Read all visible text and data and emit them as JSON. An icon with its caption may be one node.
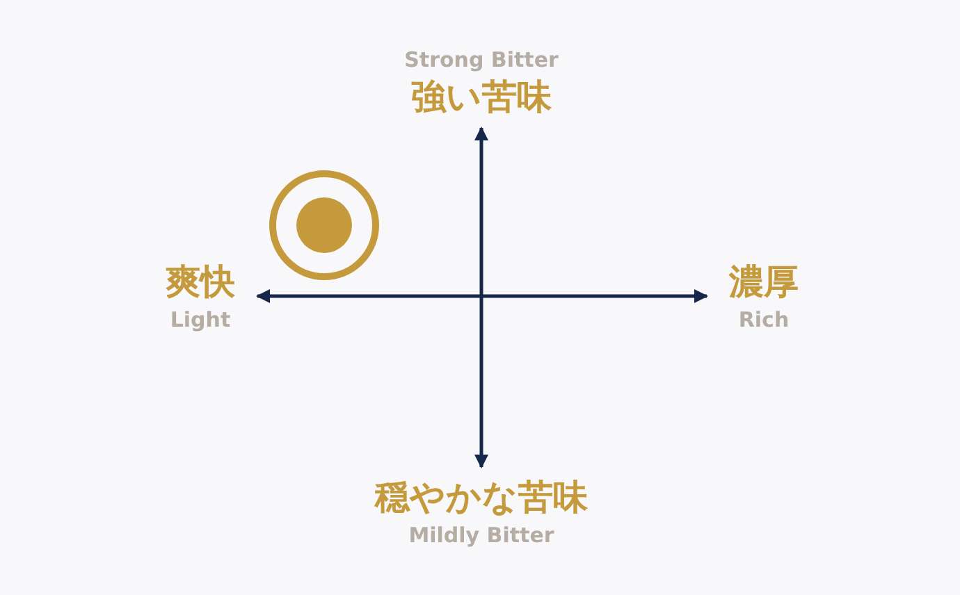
{
  "diagram": {
    "nodes": [
      {
        "text": [
          "Strong Bitter",
          "強い苦味"
        ]
      },
      {
        "text": [
          "爽快",
          "Light"
        ]
      },
      {
        "text": [
          "濃厚",
          "Rich"
        ]
      },
      {
        "text": [
          "穏やかな苦味",
          "Mildly Bitter"
        ]
      },
      {
        "text": [],
        "shape": "circle"
      }
    ],
    "edges": [
      {
        "from": 1,
        "to": 2,
        "arrow": "both"
      },
      {
        "from": 0,
        "to": 3,
        "arrow": "both"
      }
    ]
  }
}
